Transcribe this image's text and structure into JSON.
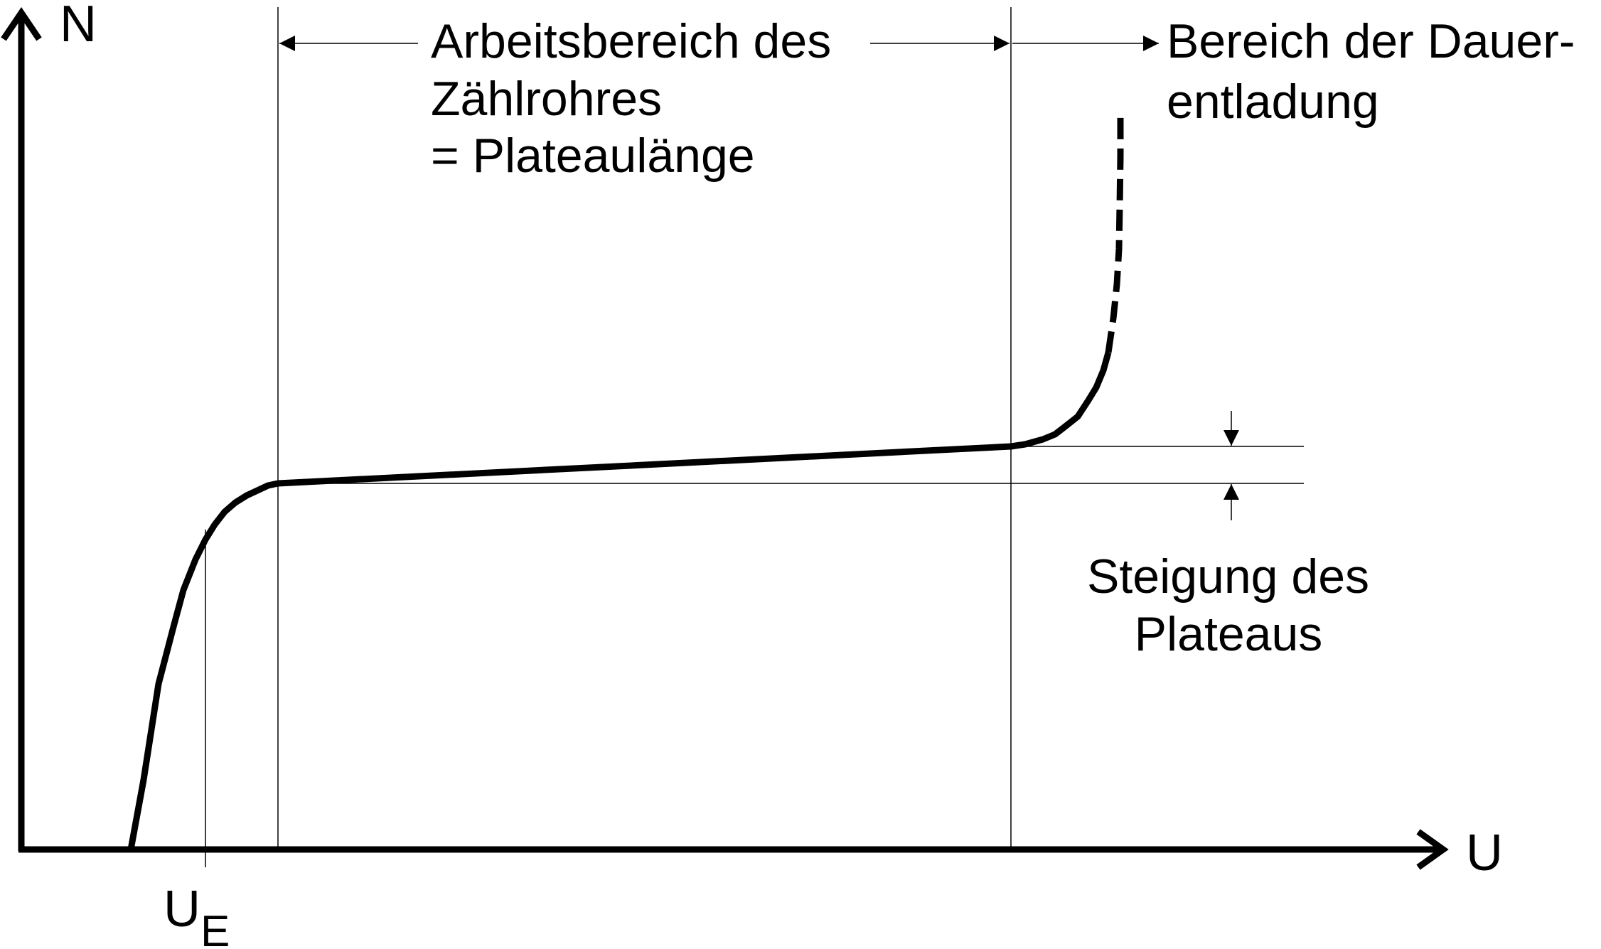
{
  "axes": {
    "y_label": "N",
    "x_label": "U",
    "threshold_label_main": "U",
    "threshold_label_sub": "E"
  },
  "annotations": {
    "working_range": [
      "Arbeitsbereich des",
      "Zählrohres",
      "= Plateaulänge"
    ],
    "discharge_range": [
      "Bereich der Dauer-",
      "entladung"
    ],
    "plateau_slope": [
      "Steigung des",
      "Plateaus"
    ]
  }
}
